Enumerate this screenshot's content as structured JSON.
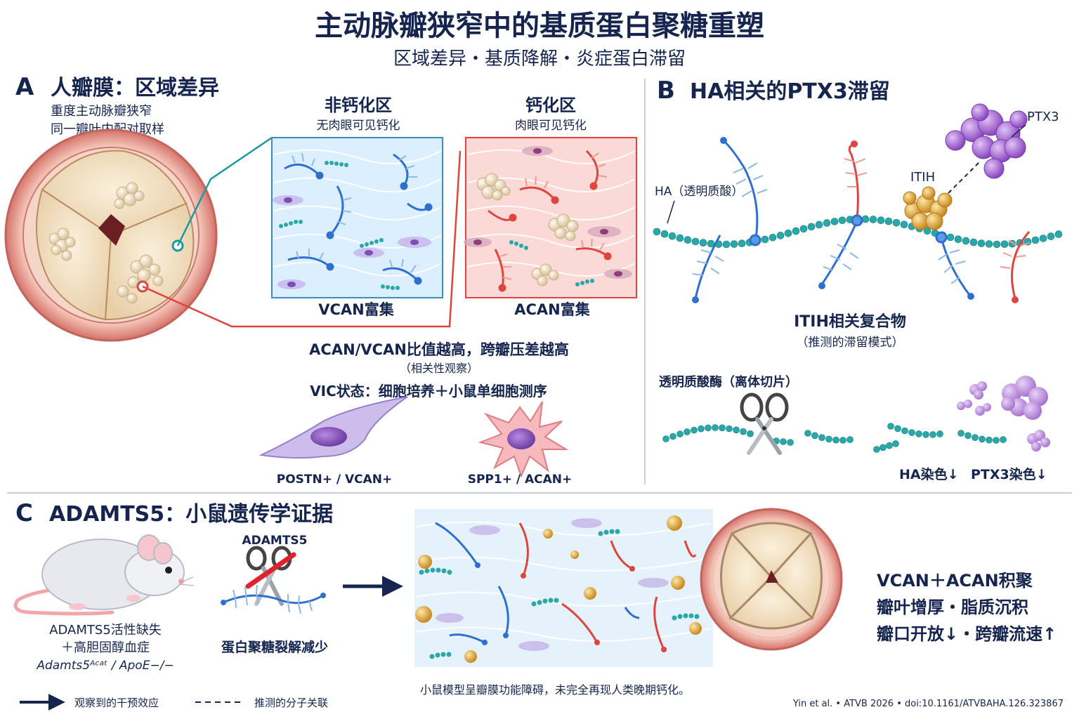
{
  "header": {
    "title": "主动脉瓣狭窄中的基质蛋白聚糖重塑",
    "subtitle": "区域差异・基质降解・炎症蛋白滞留"
  },
  "panel_a": {
    "letter": "A",
    "title": "人瓣膜：区域差异",
    "desc_line1": "重度主动脉瓣狭窄",
    "desc_line2": "同一瓣叶内配对取样",
    "noncalc": {
      "title": "非钙化区",
      "sub": "无肉眼可见钙化",
      "label": "VCAN富集"
    },
    "calc": {
      "title": "钙化区",
      "sub": "肉眼可见钙化",
      "label": "ACAN富集"
    },
    "ratio_text": "ACAN/VCAN比值越高，跨瓣压差越高",
    "ratio_note": "（相关性观察）",
    "vic_text": "VIC状态：细胞培养＋小鼠单细胞测序",
    "cell1_label": "POSTN+ / VCAN+",
    "cell2_label": "SPP1+ / ACAN+"
  },
  "panel_b": {
    "letter": "B",
    "title": "HA相关的PTX3滞留",
    "ha_label": "HA（透明质酸）",
    "itih_label": "ITIH",
    "ptx3_label": "PTX3",
    "complex_title": "ITIH相关复合物",
    "complex_note": "（推测的滞留模式）",
    "hyal_label": "透明质酸酶（离体切片）",
    "stain_ha": "HA染色↓",
    "stain_ptx3": "PTX3染色↓"
  },
  "panel_c": {
    "letter": "C",
    "title": "ADAMTS5：小鼠遗传学证据",
    "mouse_line1": "ADAMTS5活性缺失",
    "mouse_line2": "＋高胆固醇血症",
    "genotype": "Adamts5ᴬᶜᵃᵗ / ApoE−/−",
    "scissors_label": "ADAMTS5",
    "cleavage_text": "蛋白聚糖裂解减少",
    "result_line1": "VCAN＋ACAN积聚",
    "result_line2": "瓣叶增厚・脂质沉积",
    "result_line3": "瓣口开放↓・跨瓣流速↑",
    "footnote": "小鼠模型呈瓣膜功能障碍，未完全再现人类晚期钙化。"
  },
  "legend": {
    "solid": "观察到的干预效应",
    "dashed": "推测的分子关联"
  },
  "citation": "Yin et al. • ATVB 2026 • doi:10.1161/ATVBAHA.126.323867",
  "colors": {
    "navy": "#15254f",
    "teal": "#1a9aa0",
    "red": "#e0443e",
    "blue": "#2f6fd0",
    "purple": "#9b59c9",
    "gold": "#d9a032",
    "tissue_blue": "#dcefff",
    "tissue_pink": "#fbd9d6"
  }
}
